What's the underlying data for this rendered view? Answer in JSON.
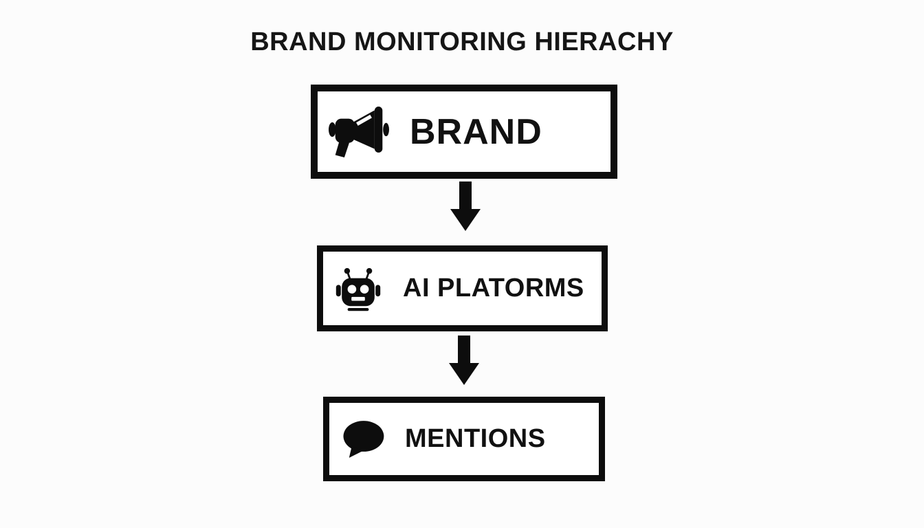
{
  "page": {
    "background_color": "#fcfcfc",
    "ink_color": "#0d0d0d"
  },
  "title": "BRAND MONITORING HIERACHY",
  "diagram": {
    "type": "vertical-hierarchy-flow",
    "nodes": [
      {
        "label": "BRAND",
        "icon": "megaphone-icon"
      },
      {
        "label": "AI PLATORMS",
        "icon": "robot-icon"
      },
      {
        "label": "MENTIONS",
        "icon": "speech-bubble-icon"
      }
    ],
    "connectors": [
      {
        "from": "BRAND",
        "to": "AI PLATORMS",
        "type": "arrow-down"
      },
      {
        "from": "AI PLATORMS",
        "to": "MENTIONS",
        "type": "arrow-down"
      }
    ]
  }
}
